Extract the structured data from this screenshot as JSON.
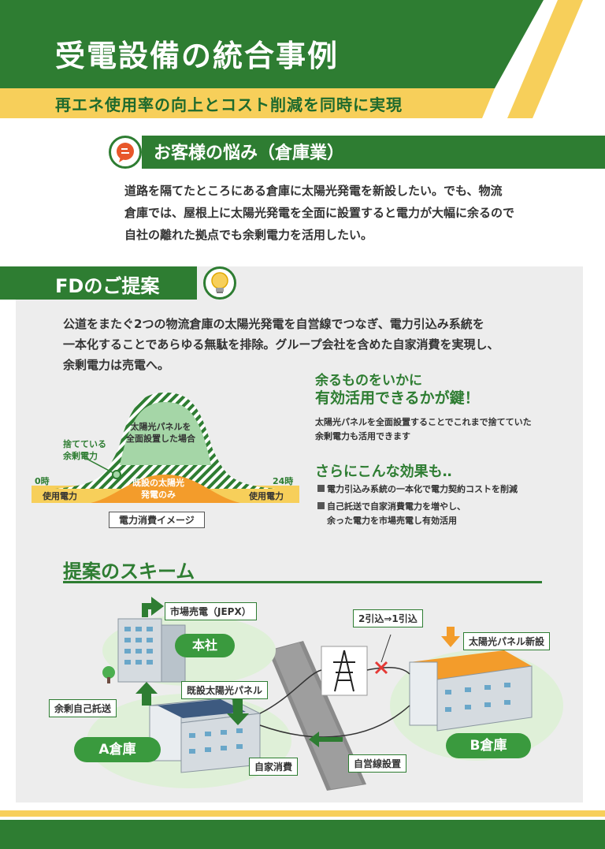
{
  "header": {
    "title": "受電設備の統合事例",
    "subtitle": "再エネ使用率の向上とコスト削減を同時に実現"
  },
  "worry": {
    "title": "お客様の悩み（倉庫業）",
    "lines": [
      "道路を隔てたところにある倉庫に太陽光発電を新設したい。でも、物流",
      "倉庫では、屋根上に太陽光発電を全面に設置すると電力が大幅に余るので",
      "自社の離れた拠点でも余剰電力を活用したい。"
    ]
  },
  "proposal": {
    "title": "FDのご提案",
    "lines": [
      "公道をまたぐ2つの物流倉庫の太陽光発電を自営線でつなぎ、電力引込み系統を",
      "一本化することであらゆる無駄を排除。グループ会社を含めた自家消費を実現し、",
      "余剰電力は売電へ。"
    ]
  },
  "chart": {
    "panel_label_1": "太陽光パネルを",
    "panel_label_2": "全面設置した場合",
    "surplus_1": "捨てている",
    "surplus_2": "余剰電力",
    "existing_1": "既設の太陽光",
    "existing_2": "発電のみ",
    "start_hour": "0時",
    "end_hour": "24時",
    "usage_left": "使用電力",
    "usage_right": "使用電力",
    "caption": "電力消費イメージ"
  },
  "key": {
    "heading_1": "余るものをいかに",
    "heading_2": "有効活用できるかが鍵！",
    "text_1": "太陽光パネルを全面設置することでこれまで捨てていた",
    "text_2": "余剰電力も活用できます"
  },
  "effects": {
    "heading": "さらにこんな効果も‥",
    "item1": "電力引込み系統の一本化で電力契約コストを削減",
    "item2a": "自己託送で自家消費電力を増やし、",
    "item2b": "余った電力を市場売電し有効活用"
  },
  "scheme": {
    "heading": "提案のスキーム",
    "market": "市場売電（JEPX）",
    "hq": "本社",
    "lines_change": "2引込⇒1引込",
    "new_panels": "太陽光パネル新設",
    "existing_panels": "既設太陽光パネル",
    "self_wheeling": "余剰自己託送",
    "warehouse_a": "A倉庫",
    "warehouse_b": "B倉庫",
    "self_consumption": "自家消費",
    "private_line": "自営線設置"
  },
  "colors": {
    "green": "#2e7d32",
    "yellow": "#f7cf5a",
    "orange": "#f39c2b",
    "gray_panel": "#ededed"
  }
}
